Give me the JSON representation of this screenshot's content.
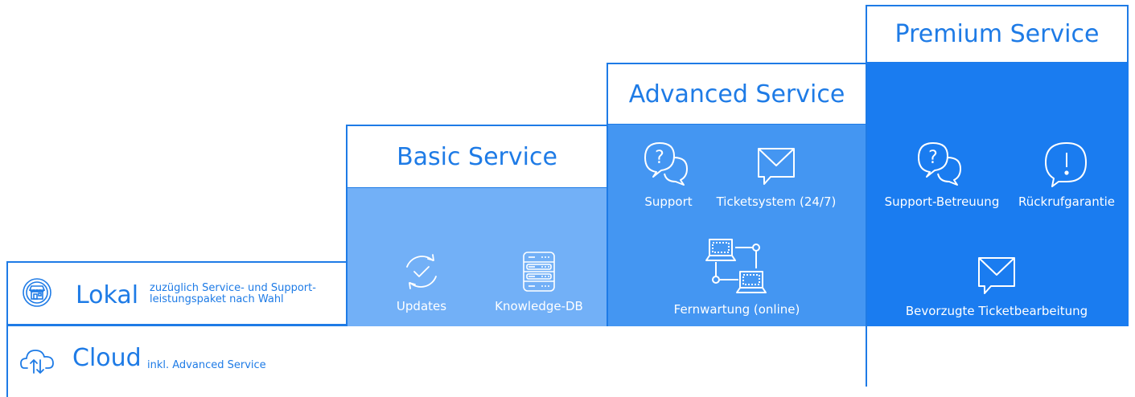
{
  "tiers": {
    "basic": {
      "title": "Basic Service",
      "color": "#72b0f7",
      "features": [
        {
          "label": "Updates",
          "icon": "refresh-check-icon"
        },
        {
          "label": "Knowledge-DB",
          "icon": "database-server-icon"
        }
      ]
    },
    "advanced": {
      "title": "Advanced Service",
      "color": "#4496f2",
      "features": [
        {
          "label": "Support",
          "icon": "question-chat-icon"
        },
        {
          "label": "Ticketsystem (24/7)",
          "icon": "envelope-chat-icon"
        },
        {
          "label": "Fernwartung (online)",
          "icon": "remote-computers-icon"
        }
      ]
    },
    "premium": {
      "title": "Premium Service",
      "color": "#1a7cf0",
      "features": [
        {
          "label": "Support-Betreuung",
          "icon": "question-chat-icon"
        },
        {
          "label": "Rückrufgarantie",
          "icon": "exclamation-chat-icon"
        },
        {
          "label": "Bevorzugte Ticketbearbeitung",
          "icon": "envelope-chat-icon"
        }
      ]
    }
  },
  "rows": {
    "lokal": {
      "title": "Lokal",
      "note_line1": "zuzüglich Service- und Support-",
      "note_line2": "leistungspaket nach Wahl",
      "icon": "storefront-pin-icon"
    },
    "cloud": {
      "title": "Cloud",
      "note": "inkl. Advanced Service",
      "icon": "cloud-upload-download-icon"
    }
  },
  "colors": {
    "accent": "#1e7be6",
    "white": "#ffffff"
  }
}
